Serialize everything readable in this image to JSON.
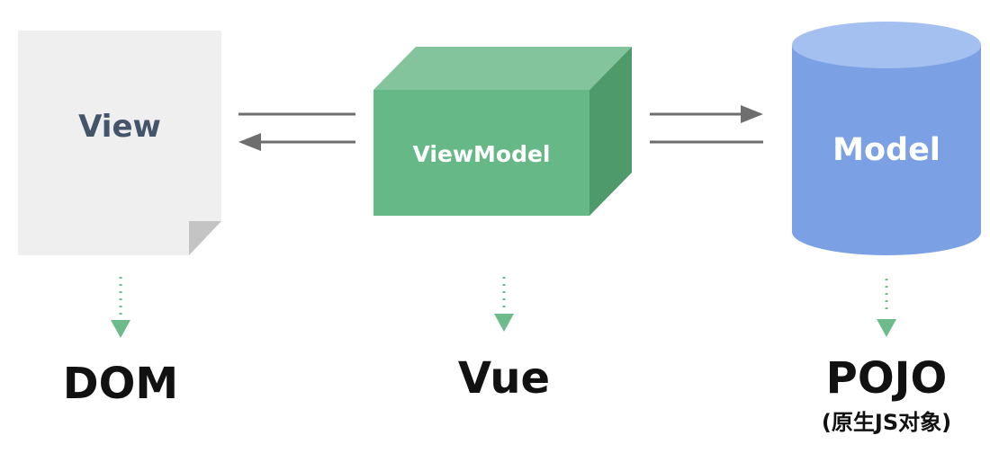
{
  "diagram": {
    "view": {
      "label": "View",
      "layer": "DOM",
      "colors": {
        "fill": "#efefef",
        "fold": "#c4c4c4",
        "text": "#44546a"
      }
    },
    "viewmodel": {
      "label": "ViewModel",
      "layer": "Vue",
      "colors": {
        "front": "#66b887",
        "top": "#83c49d",
        "side": "#4f9a6b",
        "text": "#ffffff"
      }
    },
    "model": {
      "label": "Model",
      "layer": "POJO",
      "layer_note": "(原生JS对象)",
      "colors": {
        "body": "#7ba1e4",
        "top": "#a4c0f0",
        "text": "#ffffff"
      }
    },
    "colors": {
      "connector": "#6e6e6e",
      "dotted_arrow": "#6dbb8a",
      "layer_text": "#111111"
    }
  }
}
